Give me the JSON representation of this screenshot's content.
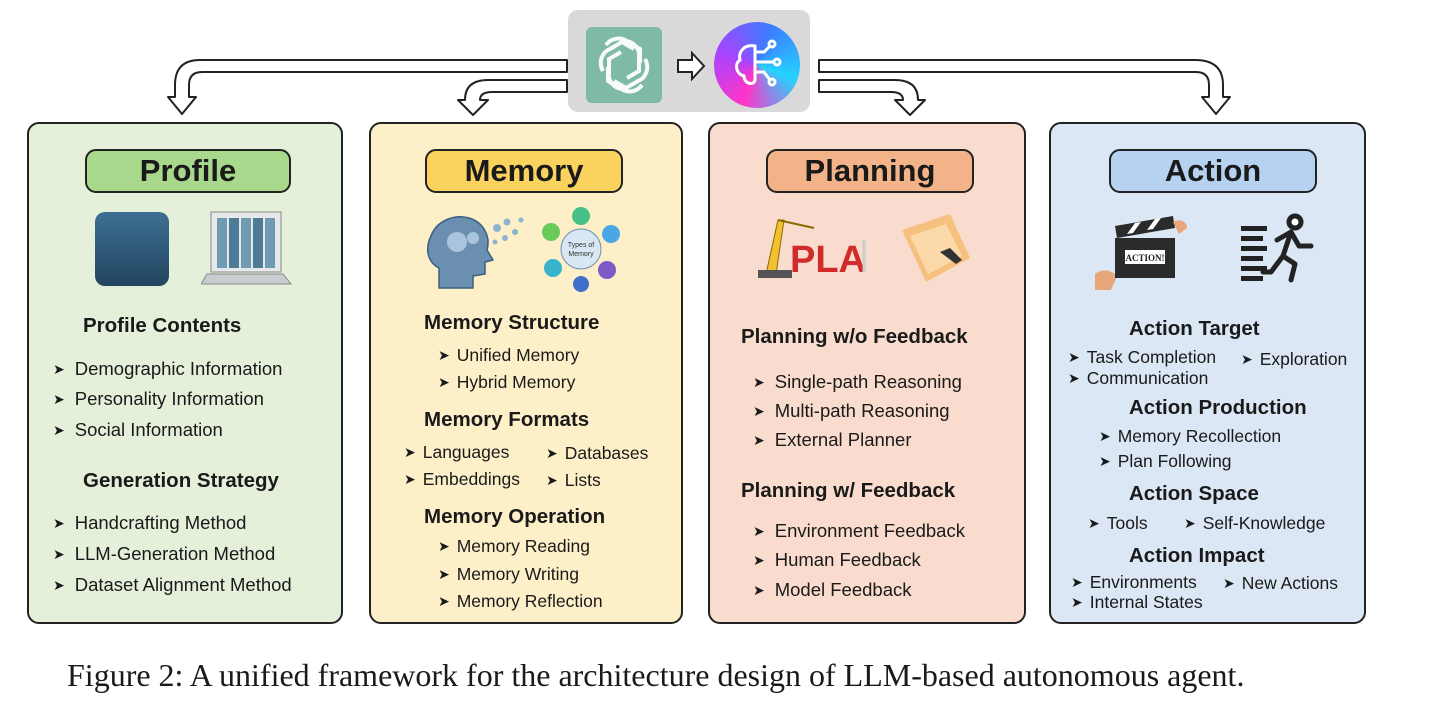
{
  "modules": {
    "profile": {
      "title": "Profile",
      "sections": [
        {
          "heading": "Profile Contents",
          "items": [
            "Demographic Information",
            "Personality Information",
            "Social Information"
          ]
        },
        {
          "heading": "Generation Strategy",
          "items": [
            "Handcrafting Method",
            "LLM-Generation Method",
            "Dataset  Alignment Method"
          ]
        }
      ]
    },
    "memory": {
      "title": "Memory",
      "sections": [
        {
          "heading": "Memory Structure",
          "items": [
            "Unified Memory",
            "Hybrid Memory"
          ]
        },
        {
          "heading": "Memory Formats",
          "items": [
            "Languages",
            "Databases",
            "Embeddings",
            "Lists"
          ]
        },
        {
          "heading": "Memory Operation",
          "items": [
            "Memory Reading",
            "Memory Writing",
            "Memory Reflection"
          ]
        }
      ],
      "illustration_labels": {
        "types_of_memory": "Types of Memory"
      }
    },
    "planning": {
      "title": "Planning",
      "sections": [
        {
          "heading": "Planning w/o Feedback",
          "items": [
            "Single-path Reasoning",
            "Multi-path Reasoning",
            "External Planner"
          ]
        },
        {
          "heading": "Planning w/ Feedback",
          "items": [
            "Environment Feedback",
            "Human Feedback",
            "Model Feedback"
          ]
        }
      ],
      "illustration_labels": {
        "plan_sign": "PLA"
      }
    },
    "action": {
      "title": "Action",
      "sections": [
        {
          "heading": "Action Target",
          "items": [
            "Task Completion",
            "Exploration",
            "Communication"
          ]
        },
        {
          "heading": "Action Production",
          "items": [
            "Memory Recollection",
            "Plan Following"
          ]
        },
        {
          "heading": "Action Space",
          "items": [
            "Tools",
            "Self-Knowledge"
          ]
        },
        {
          "heading": "Action Impact",
          "items": [
            "Environments",
            "New Actions",
            "Internal States"
          ]
        }
      ],
      "illustration_labels": {
        "clapperboard": "ACTION!"
      }
    }
  },
  "icons": {
    "bullet": "arrowhead-right",
    "top_left": "openai-logo",
    "top_right": "brain-network-logo",
    "top_arrow": "hollow-right-arrow"
  },
  "colors": {
    "profile_bg": "#e4f0da",
    "profile_pill": "#a7d88c",
    "memory_bg": "#fdf0c9",
    "memory_pill": "#fad35e",
    "planning_bg": "#f9dccd",
    "planning_pill": "#f3b389",
    "action_bg": "#dce7f5",
    "action_pill": "#b7d2f0"
  },
  "caption": "Figure 2: A unified framework for the architecture design of LLM-based autonomous agent."
}
